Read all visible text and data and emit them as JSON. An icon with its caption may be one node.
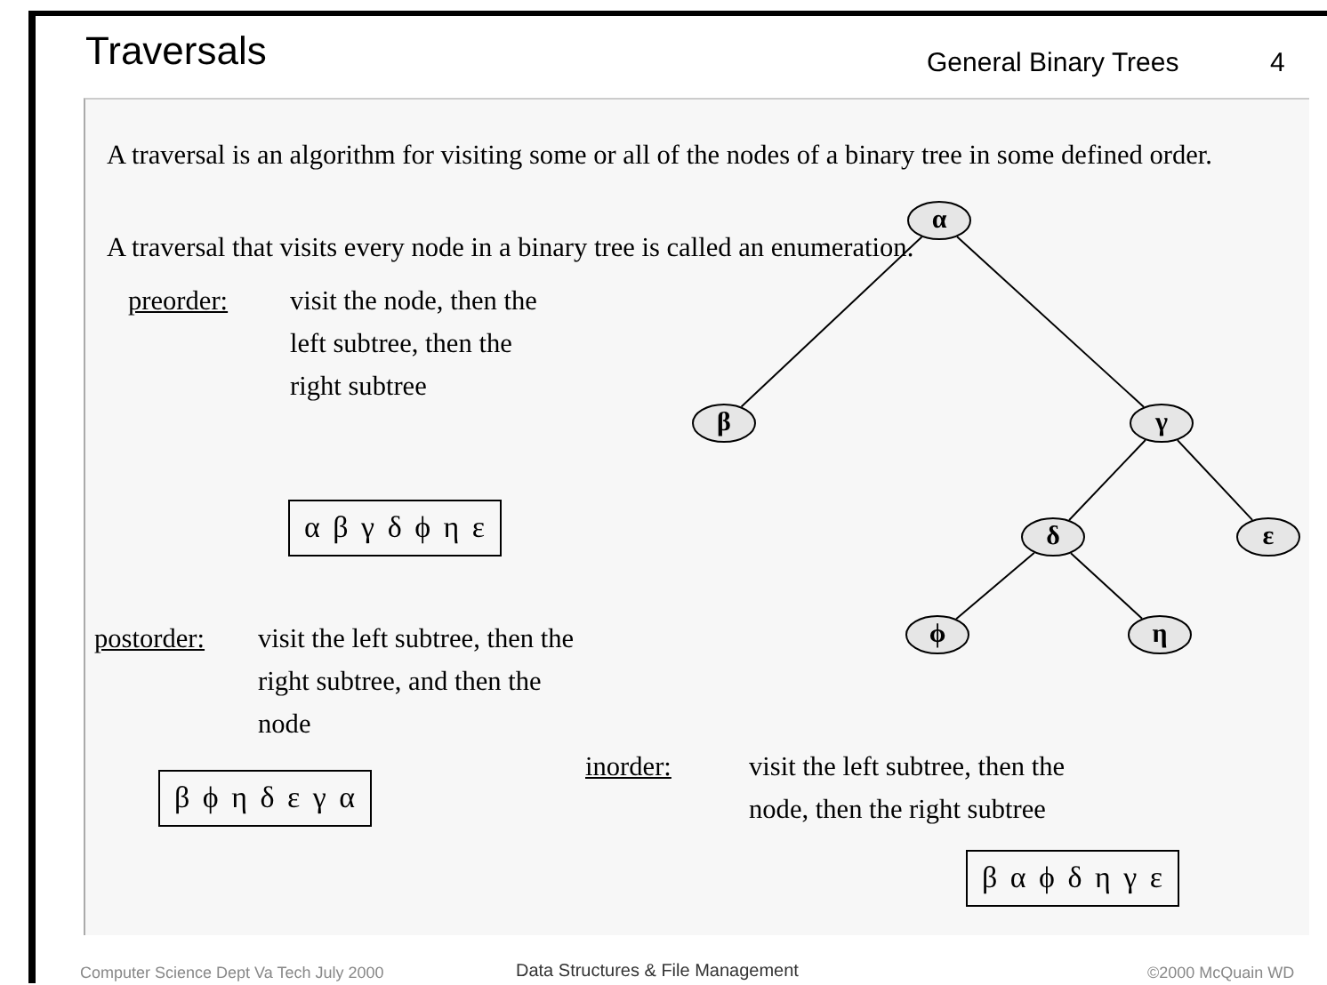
{
  "diagram": {
    "title": "Traversals",
    "nodes": [
      {
        "text": [
          "α"
        ]
      },
      {
        "text": [
          "β"
        ]
      },
      {
        "text": [
          "γ"
        ]
      },
      {
        "text": [
          "δ"
        ]
      },
      {
        "text": [
          "ε"
        ]
      },
      {
        "text": [
          "ϕ"
        ]
      },
      {
        "text": [
          "η"
        ]
      },
      {
        "text": [
          "α β γ δ ϕ η ε"
        ]
      },
      {
        "text": [
          "β ϕ η δ ε γ α"
        ]
      },
      {
        "text": [
          "β α ϕ δ η γ ε"
        ]
      }
    ],
    "edges": [
      {
        "from": 0,
        "to": 1,
        "arrow": "none"
      },
      {
        "from": 0,
        "to": 2,
        "arrow": "none"
      },
      {
        "from": 2,
        "to": 3,
        "arrow": "none"
      },
      {
        "from": 2,
        "to": 4,
        "arrow": "none"
      },
      {
        "from": 3,
        "to": 5,
        "arrow": "none"
      },
      {
        "from": 3,
        "to": 6,
        "arrow": "none"
      }
    ],
    "labels": [
      "General Binary Trees",
      "4",
      "A traversal is an algorithm for visiting some or all of the nodes of a binary tree in some defined order.",
      "A traversal that visits every node in a binary tree is called an enumeration.",
      "preorder:",
      "visit the node, then the left subtree, then the right subtree",
      "postorder:",
      "visit the left subtree, then the right subtree, and then the node",
      "inorder:",
      "visit the left subtree, then the node, then the right subtree",
      "Computer Science Dept Va Tech July 2000",
      "Data Structures & File Management",
      "©2000  McQuain WD"
    ]
  }
}
